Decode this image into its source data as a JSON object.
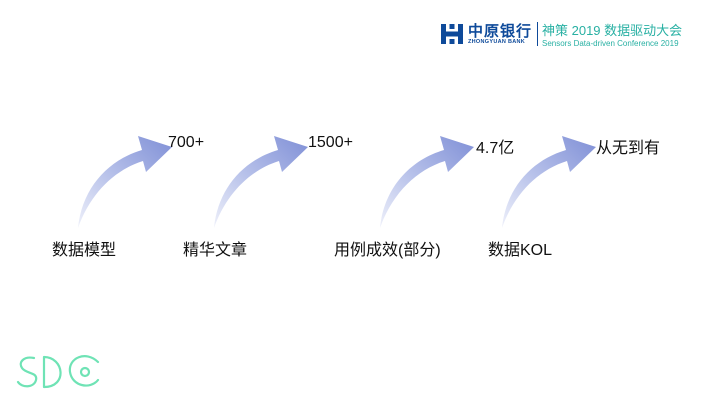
{
  "header": {
    "bank_name_cn": "中原银行",
    "bank_name_en": "ZHONGYUAN BANK",
    "conference_title": "神策 2019 数据驱动大会",
    "conference_subtitle": "Sensors Data-driven Conference 2019"
  },
  "steps": [
    {
      "label": "数据模型",
      "value": "700+"
    },
    {
      "label": "精华文章",
      "value": "1500+"
    },
    {
      "label": "用例成效(部分)",
      "value": "4.7亿"
    },
    {
      "label": "数据KOL",
      "value": "从无到有"
    }
  ],
  "colors": {
    "brand_blue": "#0e4a9a",
    "conference_teal": "#28b0a3",
    "arrow_light": "#d6dcf2",
    "arrow_dark": "#7f8fd6"
  },
  "icons": {
    "bank_logo": "zhongyuan-bank-logo-icon",
    "sdc_logo": "sdc-logo-icon"
  }
}
